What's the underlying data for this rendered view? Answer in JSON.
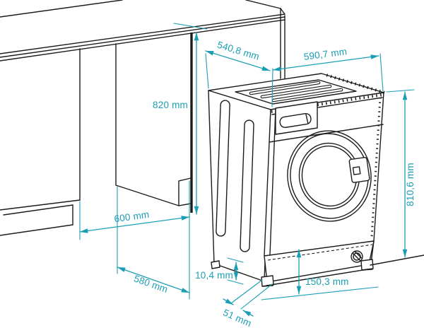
{
  "diagram": {
    "type": "technical-installation-drawing",
    "subject": "built-in washing machine under kitchen worktop with niche dimensions",
    "unit": "mm",
    "accent_color": "#1A9EB4",
    "line_color": "#1c1c1c",
    "background_color": "#ffffff",
    "dimensions": {
      "niche_height": {
        "label": "820 mm",
        "value": 820
      },
      "machine_depth": {
        "label": "540,8 mm",
        "value": 540.8
      },
      "machine_width": {
        "label": "590,7 mm",
        "value": 590.7
      },
      "machine_height": {
        "label": "810,6 mm",
        "value": 810.6
      },
      "niche_width": {
        "label": "600 mm",
        "value": 600
      },
      "niche_depth": {
        "label": "580 mm",
        "value": 580
      },
      "foot_adjustment": {
        "label": "10,4 mm",
        "value": 10.4
      },
      "plinth_height": {
        "label": "150,3 mm",
        "value": 150.3
      },
      "foot_offset": {
        "label": "51 mm",
        "value": 51
      }
    }
  }
}
